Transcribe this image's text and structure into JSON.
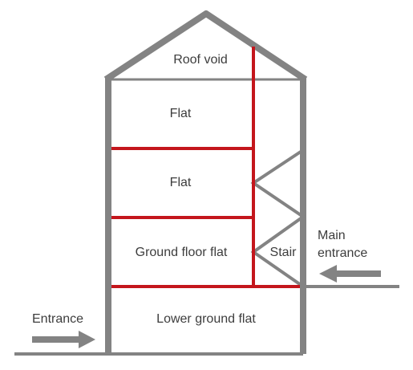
{
  "labels": {
    "roof_void": "Roof void",
    "flat_upper": "Flat",
    "flat_middle": "Flat",
    "ground_floor_flat": "Ground floor flat",
    "stair": "Stair",
    "lower_ground_flat": "Lower ground flat",
    "main_entrance_line1": "Main",
    "main_entrance_line2": "entrance",
    "entrance": "Entrance"
  },
  "colors": {
    "structure": "#838383",
    "party_walls": "#c4161c",
    "text": "#3d3d3d",
    "background": "#ffffff"
  },
  "icons": {
    "main_entrance_arrow": "arrow-left-icon",
    "entrance_arrow": "arrow-right-icon"
  }
}
